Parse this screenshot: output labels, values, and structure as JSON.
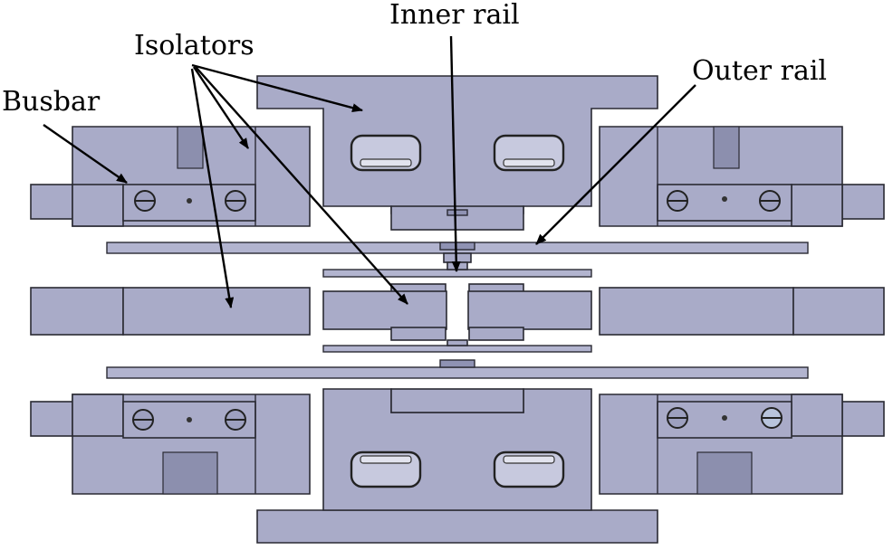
{
  "labels": {
    "inner_rail": "Inner rail",
    "isolators": "Isolators",
    "busbar": "Busbar",
    "outer_rail": "Outer rail"
  },
  "colors": {
    "part_fill": "#a9abc8",
    "outline": "#2a2a33",
    "background": "#ffffff"
  }
}
